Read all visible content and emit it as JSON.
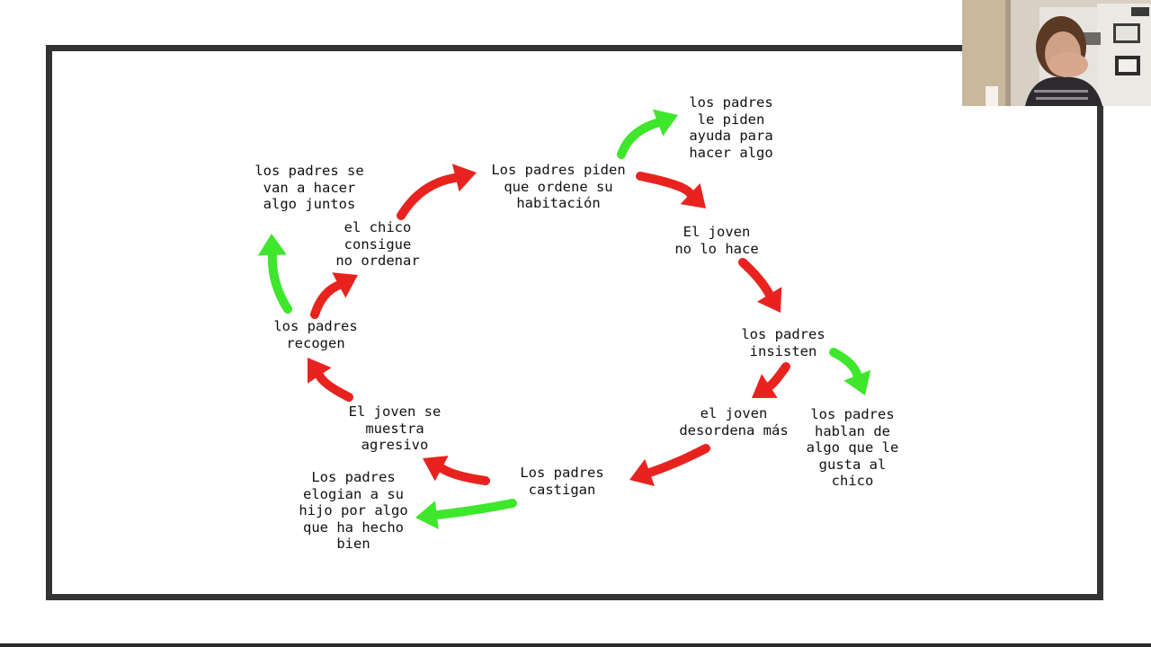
{
  "diagram": {
    "nodes": [
      {
        "id": "pedir-ordenar",
        "text": "Los padres piden\nque ordene su\nhabitación"
      },
      {
        "id": "pedir-ayuda",
        "text": "los padres\nle piden\nayuda para\nhacer algo"
      },
      {
        "id": "no-lo-hace",
        "text": "El joven\nno lo hace"
      },
      {
        "id": "insisten",
        "text": "los padres\ninsisten"
      },
      {
        "id": "hablan-gusta",
        "text": "los padres\nhablan de\nalgo que le\ngusta al\nchico"
      },
      {
        "id": "desordena",
        "text": "el joven\ndesordena más"
      },
      {
        "id": "castigan",
        "text": "Los padres\ncastigan"
      },
      {
        "id": "elogian",
        "text": "Los padres\nelogian a su\nhijo por algo\nque ha hecho\nbien"
      },
      {
        "id": "agresivo",
        "text": "El joven se\nmuestra\nagresivo"
      },
      {
        "id": "recogen",
        "text": "los padres\nrecogen"
      },
      {
        "id": "consigue",
        "text": "el chico\nconsigue\nno ordenar"
      },
      {
        "id": "juntos",
        "text": "los padres se\nvan a hacer\nalgo juntos"
      }
    ],
    "arrows": [
      {
        "from": "pedir-ordenar",
        "to": "no-lo-hace",
        "type": "negative"
      },
      {
        "from": "no-lo-hace",
        "to": "insisten",
        "type": "negative"
      },
      {
        "from": "insisten",
        "to": "desordena",
        "type": "negative"
      },
      {
        "from": "desordena",
        "to": "castigan",
        "type": "negative"
      },
      {
        "from": "castigan",
        "to": "agresivo",
        "type": "negative"
      },
      {
        "from": "agresivo",
        "to": "recogen",
        "type": "negative"
      },
      {
        "from": "recogen",
        "to": "consigue",
        "type": "negative"
      },
      {
        "from": "consigue",
        "to": "pedir-ordenar",
        "type": "negative"
      },
      {
        "from": "pedir-ordenar",
        "to": "pedir-ayuda",
        "type": "positive"
      },
      {
        "from": "insisten",
        "to": "hablan-gusta",
        "type": "positive"
      },
      {
        "from": "castigan",
        "to": "elogian",
        "type": "positive"
      },
      {
        "from": "recogen",
        "to": "juntos",
        "type": "positive"
      }
    ],
    "colors": {
      "negative": "#e8231f",
      "positive": "#3ee62c"
    }
  },
  "webcam": {
    "icon": "participant-video"
  }
}
